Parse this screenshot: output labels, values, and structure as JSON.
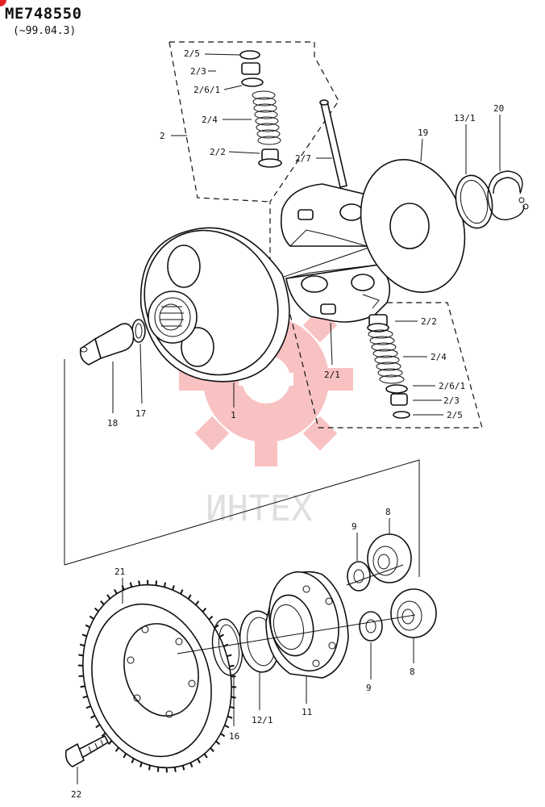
{
  "header": {
    "part_number": "ME748550",
    "date_range": "(~99.04.3)"
  },
  "watermark": {
    "text": "ИНТЕХ",
    "color": "#f07a7a"
  },
  "callouts": {
    "c_2_5_top": "2/5",
    "c_2_3_top": "2/3",
    "c_2_6_1_top": "2/6/1",
    "c_2_4_top": "2/4",
    "c_2": "2",
    "c_2_2_top": "2/2",
    "c_2_7": "2/7",
    "c_19": "19",
    "c_13_1": "13/1",
    "c_20": "20",
    "c_2_2_bot": "2/2",
    "c_2_4_bot": "2/4",
    "c_2_1": "2/1",
    "c_2_6_1_bot": "2/6/1",
    "c_2_3_bot": "2/3",
    "c_2_5_bot": "2/5",
    "c_18": "18",
    "c_17": "17",
    "c_1": "1",
    "c_9_top": "9",
    "c_8_top": "8",
    "c_21": "21",
    "c_9_bot": "9",
    "c_8_bot": "8",
    "c_11": "11",
    "c_12_1": "12/1",
    "c_16": "16",
    "c_22": "22"
  }
}
